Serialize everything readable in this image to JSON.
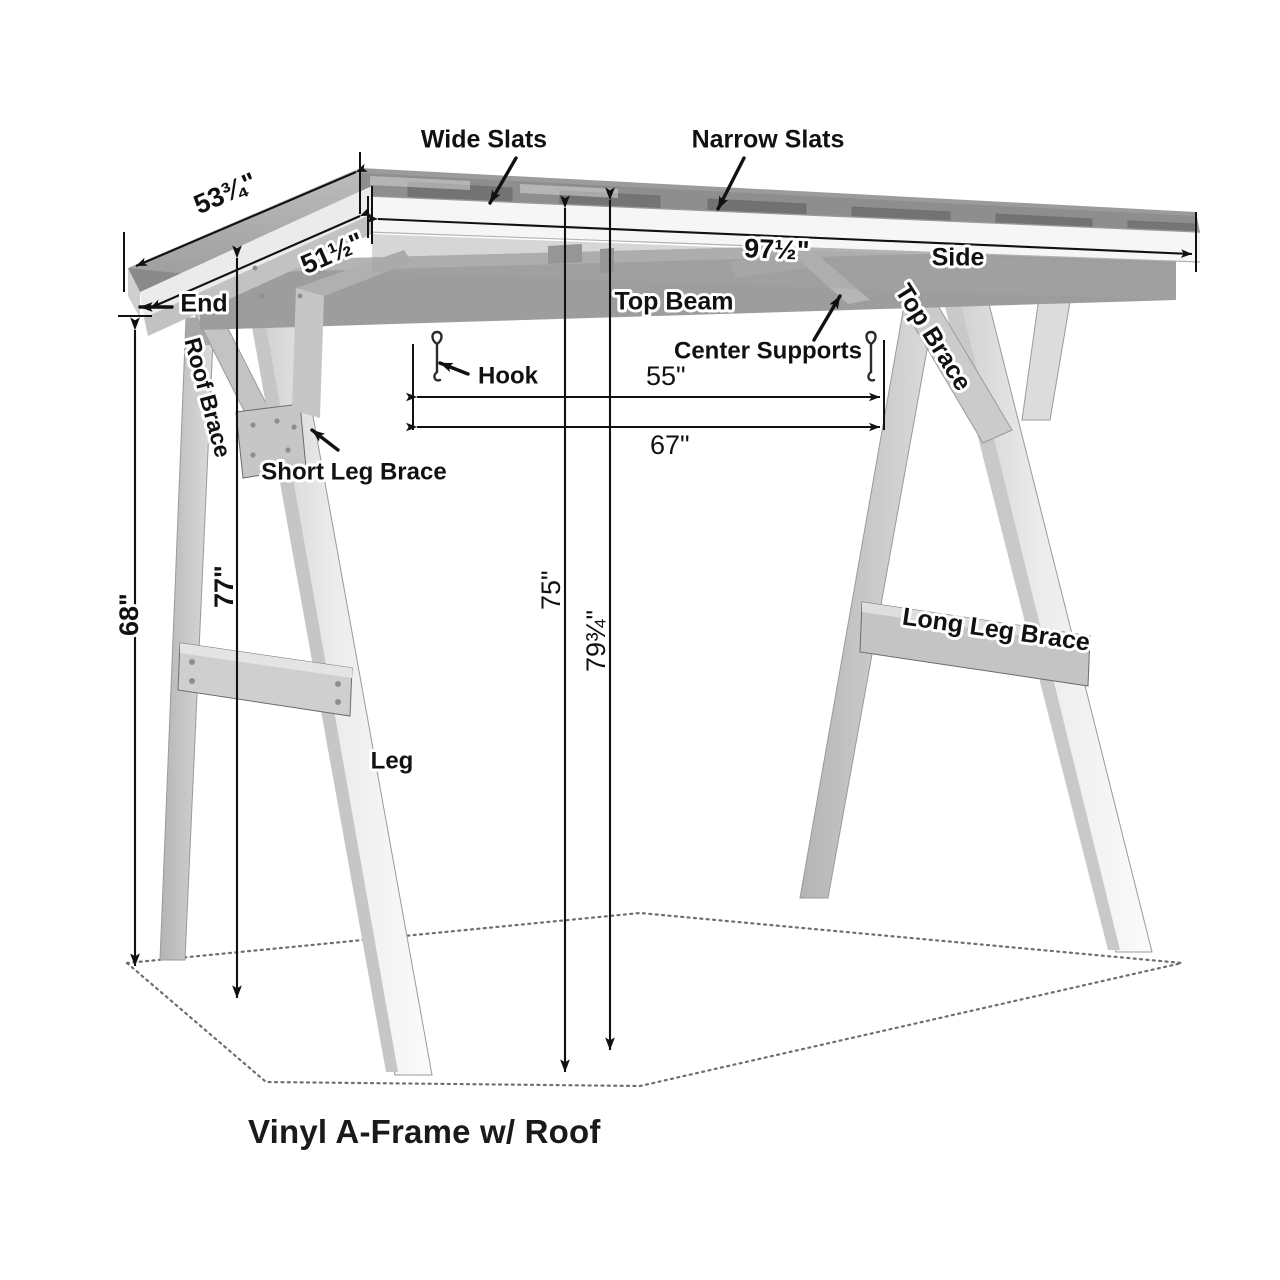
{
  "caption": "Vinyl A-Frame w/ Roof",
  "part_labels": {
    "wide_slats": "Wide Slats",
    "narrow_slats": "Narrow Slats",
    "side": "Side",
    "end": "End",
    "top_beam": "Top Beam",
    "center_supports": "Center Supports",
    "top_brace": "Top Brace",
    "roof_brace": "Roof Brace",
    "short_leg_brace": "Short  Leg Brace",
    "long_leg_brace": "Long Leg Brace",
    "hook": "Hook",
    "leg": "Leg"
  },
  "dimensions": {
    "roof_end_overall": "53¾\"",
    "roof_end_inner": "51½\"",
    "side_length": "97½\"",
    "hook_span": "55\"",
    "center_support_span": "67\"",
    "height_outer": "68\"",
    "height_leg": "77\"",
    "height_beam": "75\"",
    "height_overall": "79¾\""
  },
  "colors": {
    "stroke": "#111111",
    "halo": "#ffffff",
    "wood_light": "#f2f2f2",
    "wood_mid": "#d9d9d9",
    "wood_dark": "#b9b9b9",
    "roof_dark": "#8e8e8e",
    "ground_dash": "#6e6e6e"
  },
  "icons": {
    "hook_left": "hook-icon",
    "hook_right": "hook-icon"
  }
}
